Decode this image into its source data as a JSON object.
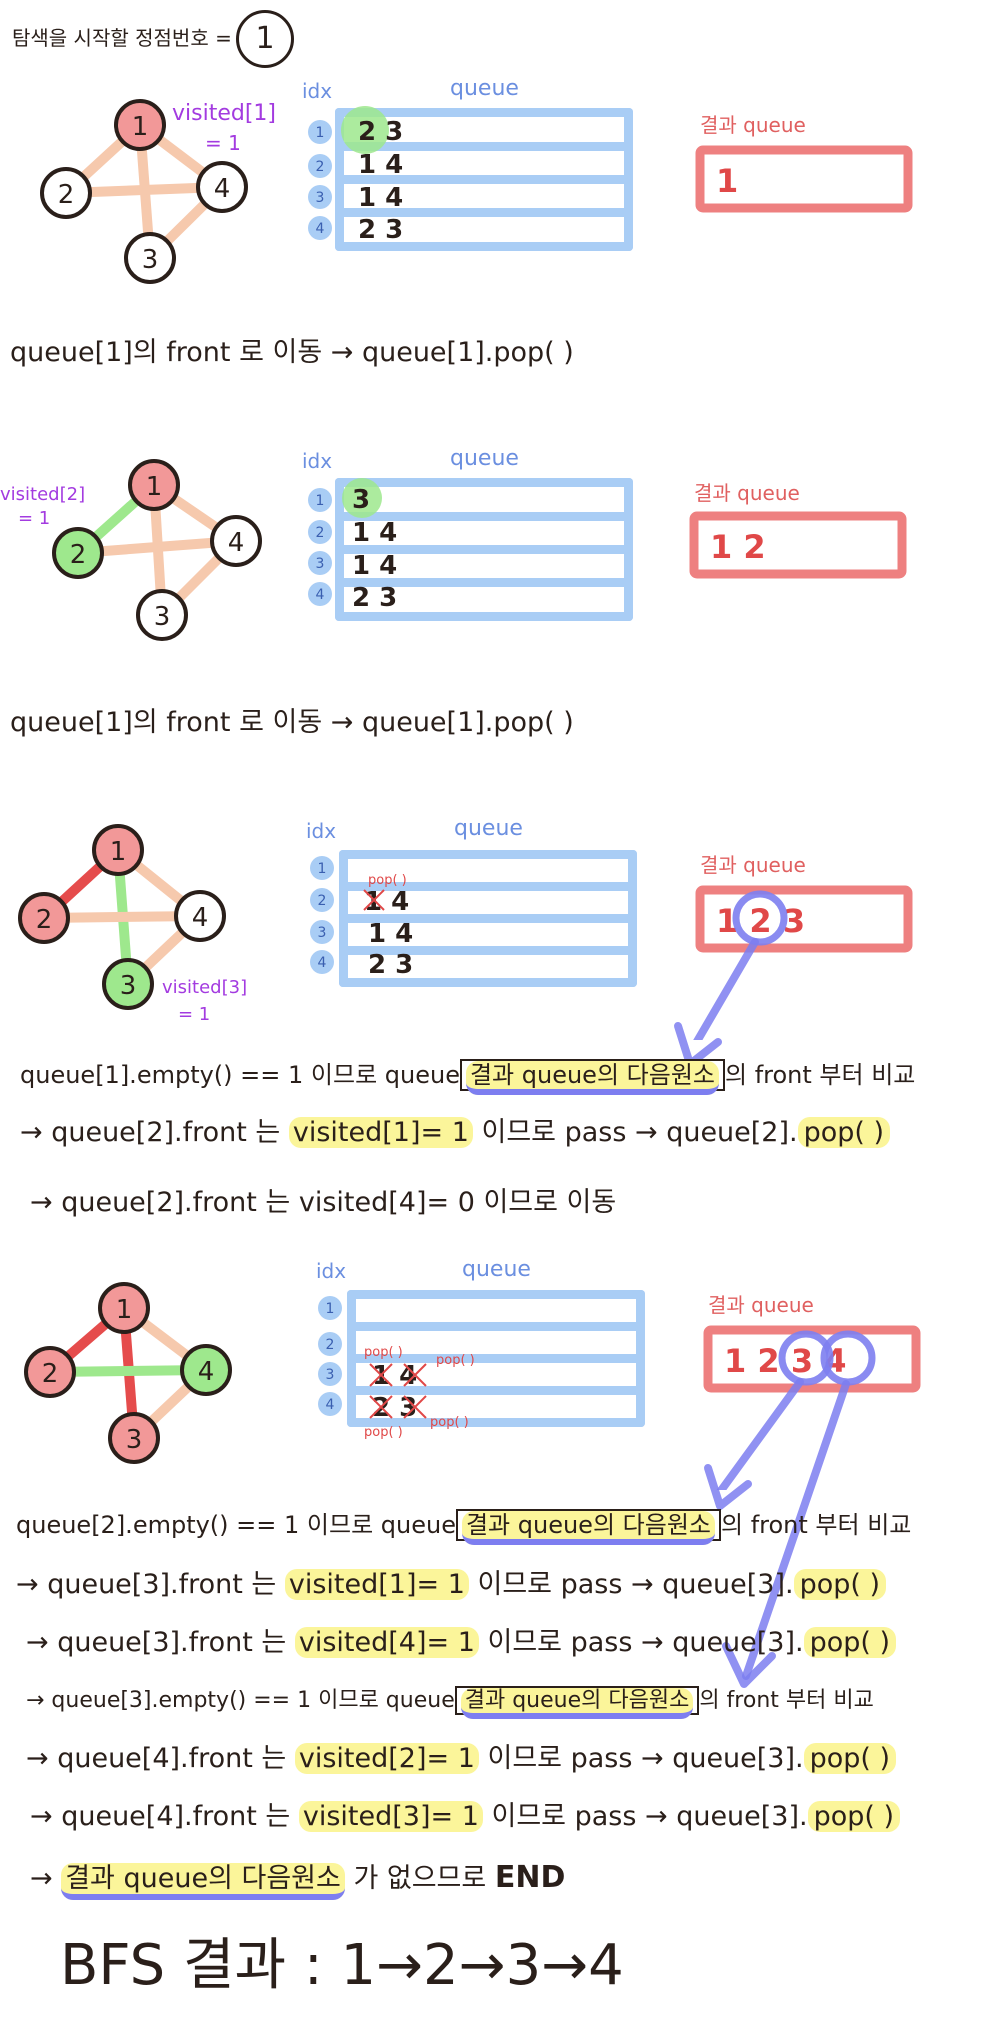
{
  "title": "탐색을 시작할 정점번호 =",
  "start_vertex": "1",
  "colors": {
    "edge_default": "#f6c9ad",
    "node_red": "#f29898",
    "node_green": "#9ee88d",
    "node_plain": "#ffffff",
    "edge_red": "#e54c4c",
    "edge_green": "#9ee88d",
    "queue_blue": "#a9cdf5",
    "idx_blue": "#a9cdf5",
    "result_red": "#ee8080",
    "visited_purple": "#a33be0",
    "highlight_yellow": "#fbf59a",
    "underline_purple": "#7d7ef0"
  },
  "labels": {
    "idx": "idx",
    "queue": "queue",
    "result_queue": "결과 queue"
  },
  "stage1": {
    "visited_note": "visited[1]",
    "visited_eq": "= 1",
    "nodes": [
      "1",
      "2",
      "4",
      "3"
    ],
    "rows": [
      {
        "idx": "1",
        "vals": "2 3"
      },
      {
        "idx": "2",
        "vals": "1 4"
      },
      {
        "idx": "3",
        "vals": "1 4"
      },
      {
        "idx": "4",
        "vals": "2 3"
      }
    ],
    "result": "1",
    "step": "queue[1]의 front 로 이동 → queue[1].pop( )"
  },
  "stage2": {
    "visited_note": "visited[2]",
    "visited_eq": "= 1",
    "rows": [
      {
        "idx": "1",
        "vals": "3"
      },
      {
        "idx": "2",
        "vals": "1 4"
      },
      {
        "idx": "3",
        "vals": "1 4"
      },
      {
        "idx": "4",
        "vals": "2 3"
      }
    ],
    "result": "1 2",
    "step": "queue[1]의 front 로 이동 → queue[1].pop( )"
  },
  "stage3": {
    "visited_note": "visited[3]",
    "visited_eq": "= 1",
    "pop_note": "pop( )",
    "rows": [
      {
        "idx": "1",
        "vals": ""
      },
      {
        "idx": "2",
        "vals": "1 4"
      },
      {
        "idx": "3",
        "vals": "1 4"
      },
      {
        "idx": "4",
        "vals": "2 3"
      }
    ],
    "result": "1 2 3",
    "lines": {
      "l1_a": "queue[1].empty() == 1 이므로  queue",
      "l1_hl": "결과 queue의 다음원소",
      "l1_b": "의 front 부터 비교",
      "l2_a": "→ queue[2].front 는",
      "l2_hl": "visited[1]= 1",
      "l2_b": "이므로 pass → queue[2].",
      "l2_pop": "pop( )",
      "l3": "→ queue[2].front 는 visited[4]= 0 이므로  이동"
    }
  },
  "stage4": {
    "pop_note": "pop( )",
    "rows": [
      {
        "idx": "1",
        "vals": ""
      },
      {
        "idx": "2",
        "vals": ""
      },
      {
        "idx": "3",
        "vals": "1 4"
      },
      {
        "idx": "4",
        "vals": "2 3"
      }
    ],
    "result": "1 2 3 4",
    "lines": {
      "l1_a": "queue[2].empty() == 1 이므로  queue",
      "l1_hl": "결과 queue의 다음원소",
      "l1_b": "의 front 부터 비교",
      "l2_a": "→ queue[3].front 는",
      "l2_hl": "visited[1]= 1",
      "l2_b": "이므로 pass → queue[3].",
      "l2_pop": "pop( )",
      "l3_a": "→ queue[3].front 는",
      "l3_hl": "visited[4]= 1",
      "l3_b": "이므로 pass → queue[3].",
      "l3_pop": "pop( )",
      "l4_a": "→ queue[3].empty() == 1 이므로  queue",
      "l4_hl": "결과 queue의 다음원소",
      "l4_b": "의 front 부터 비교",
      "l5_a": "→ queue[4].front 는",
      "l5_hl": "visited[2]= 1",
      "l5_b": "이므로 pass → queue[3].",
      "l5_pop": "pop( )",
      "l6_a": "→ queue[4].front 는",
      "l6_hl": "visited[3]= 1",
      "l6_b": "이므로 pass → queue[3].",
      "l6_pop": "pop( )",
      "l7_a": "→",
      "l7_hl": "결과 queue의 다음원소",
      "l7_b": "가 없으므로",
      "l7_end": "END"
    }
  },
  "bfs_result": "BFS 결과  :  1→2→3→4"
}
